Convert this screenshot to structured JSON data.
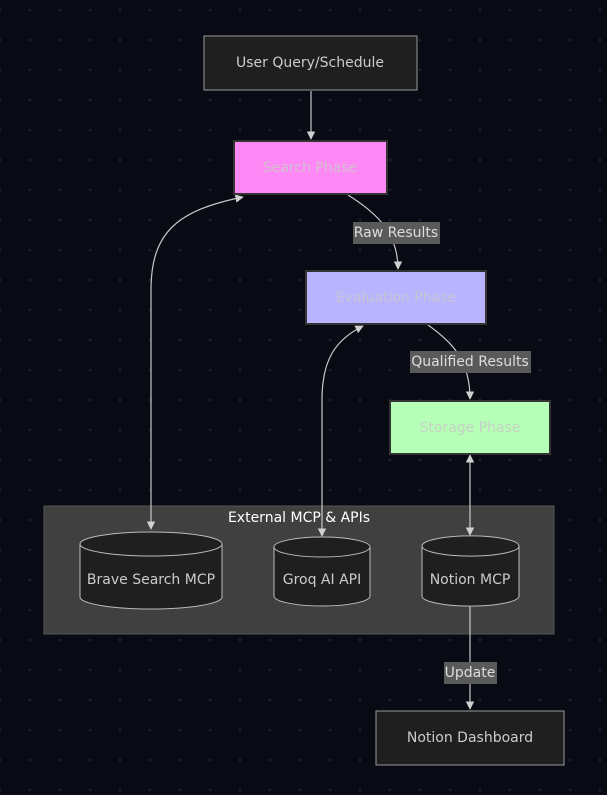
{
  "diagram": {
    "type": "flowchart",
    "nodes": {
      "user_query": {
        "label": "User Query/Schedule",
        "fill": "#1f1f1f",
        "stroke": "#9a9a9a"
      },
      "search_phase": {
        "label": "Search Phase",
        "fill": "#ff88f7",
        "stroke": "#333333"
      },
      "evaluation_phase": {
        "label": "Evaluation Phase",
        "fill": "#b9b4ff",
        "stroke": "#333333"
      },
      "storage_phase": {
        "label": "Storage Phase",
        "fill": "#b6ffb6",
        "stroke": "#333333"
      },
      "notion_dashboard": {
        "label": "Notion Dashboard",
        "fill": "#1f1f1f",
        "stroke": "#9a9a9a"
      }
    },
    "cluster": {
      "title": "External MCP & APIs",
      "fill": "#404040",
      "nodes": {
        "brave": {
          "label": "Brave Search MCP",
          "shape": "cylinder"
        },
        "groq": {
          "label": "Groq AI API",
          "shape": "cylinder"
        },
        "notion_mcp": {
          "label": "Notion MCP",
          "shape": "cylinder"
        }
      }
    },
    "edges": [
      {
        "from": "User Query/Schedule",
        "to": "Search Phase",
        "label": ""
      },
      {
        "from": "Search Phase",
        "to": "Evaluation Phase",
        "label": "Raw Results"
      },
      {
        "from": "Evaluation Phase",
        "to": "Storage Phase",
        "label": "Qualified Results"
      },
      {
        "from": "Search Phase",
        "to": "Brave Search MCP",
        "label": "",
        "bidirectional": true
      },
      {
        "from": "Evaluation Phase",
        "to": "Groq AI API",
        "label": "",
        "bidirectional": true
      },
      {
        "from": "Storage Phase",
        "to": "Notion MCP",
        "label": "",
        "bidirectional": true
      },
      {
        "from": "Notion MCP",
        "to": "Notion Dashboard",
        "label": "Update"
      }
    ],
    "edge_labels": {
      "raw_results": "Raw Results",
      "qualified_results": "Qualified Results",
      "update": "Update"
    }
  }
}
